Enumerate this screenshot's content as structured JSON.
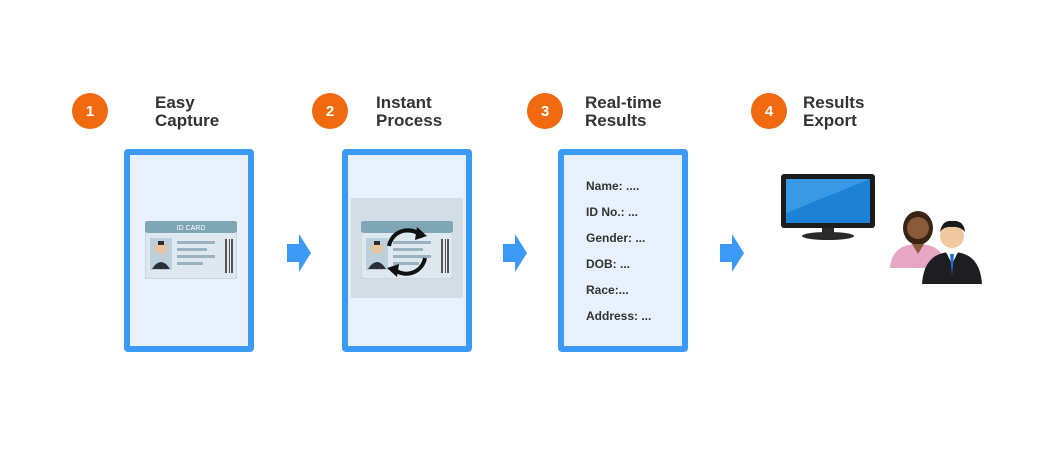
{
  "steps": [
    {
      "number": "1",
      "title_line1": "Easy",
      "title_line2": "Capture"
    },
    {
      "number": "2",
      "title_line1": "Instant",
      "title_line2": "Process"
    },
    {
      "number": "3",
      "title_line1": "Real-time",
      "title_line2": "Results"
    },
    {
      "number": "4",
      "title_line1": "Results",
      "title_line2": "Export"
    }
  ],
  "id_card": {
    "label": "ID CARD"
  },
  "result_fields": [
    "Name: ....",
    "ID No.: ...",
    "Gender: ...",
    "DOB: ...",
    "Race:...",
    "Address: ..."
  ],
  "colors": {
    "accent_orange": "#f26a10",
    "phone_border": "#3a9af5",
    "phone_screen": "#e8f1fb",
    "arrow_blue": "#3a9af5"
  },
  "icons": [
    "id-card-icon",
    "refresh-cycle-icon",
    "monitor-icon",
    "users-icon",
    "arrow-right-icon"
  ]
}
